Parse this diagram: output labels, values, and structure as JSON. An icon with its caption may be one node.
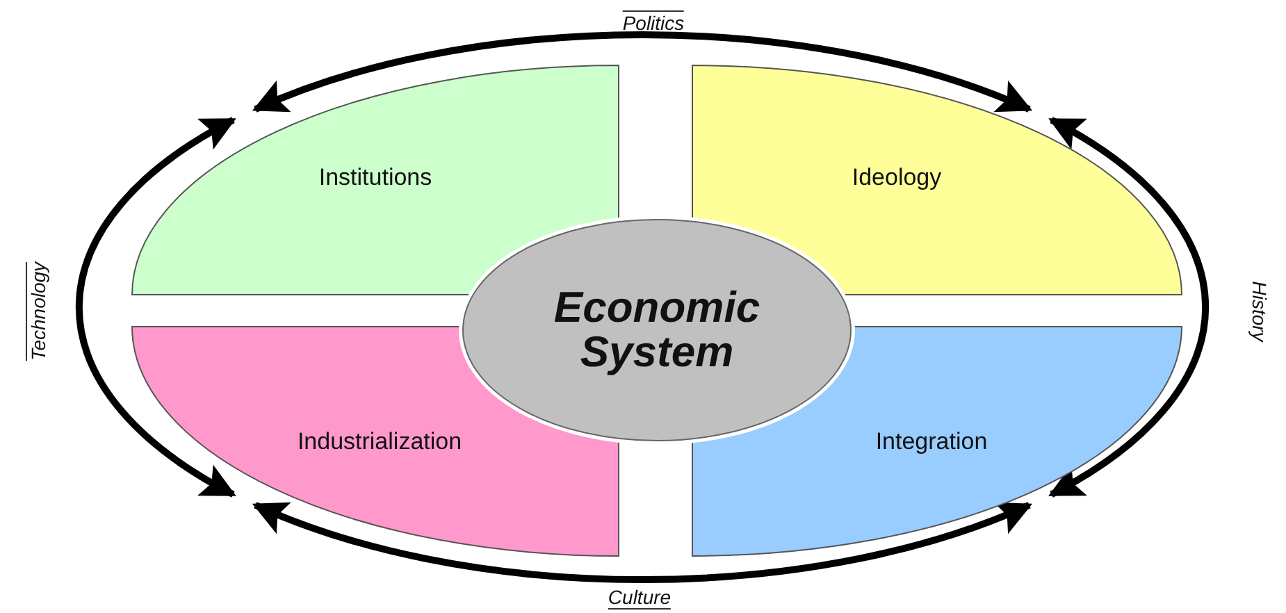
{
  "diagram": {
    "nodes": [
      {
        "text": [
          "Institutions"
        ]
      },
      {
        "text": [
          "Ideology"
        ]
      },
      {
        "text": [
          "Industrialization"
        ]
      },
      {
        "text": [
          "Integration"
        ]
      },
      {
        "text": [
          "Economic System"
        ]
      }
    ],
    "edges": [
      {
        "from": 0,
        "to": 1,
        "arrow": "both",
        "label": "Politics"
      },
      {
        "from": 0,
        "to": 2,
        "arrow": "both",
        "label": "Technology"
      },
      {
        "from": 1,
        "to": 3,
        "arrow": "both",
        "label": "History"
      },
      {
        "from": 2,
        "to": 3,
        "arrow": "both",
        "label": "Culture"
      }
    ]
  }
}
